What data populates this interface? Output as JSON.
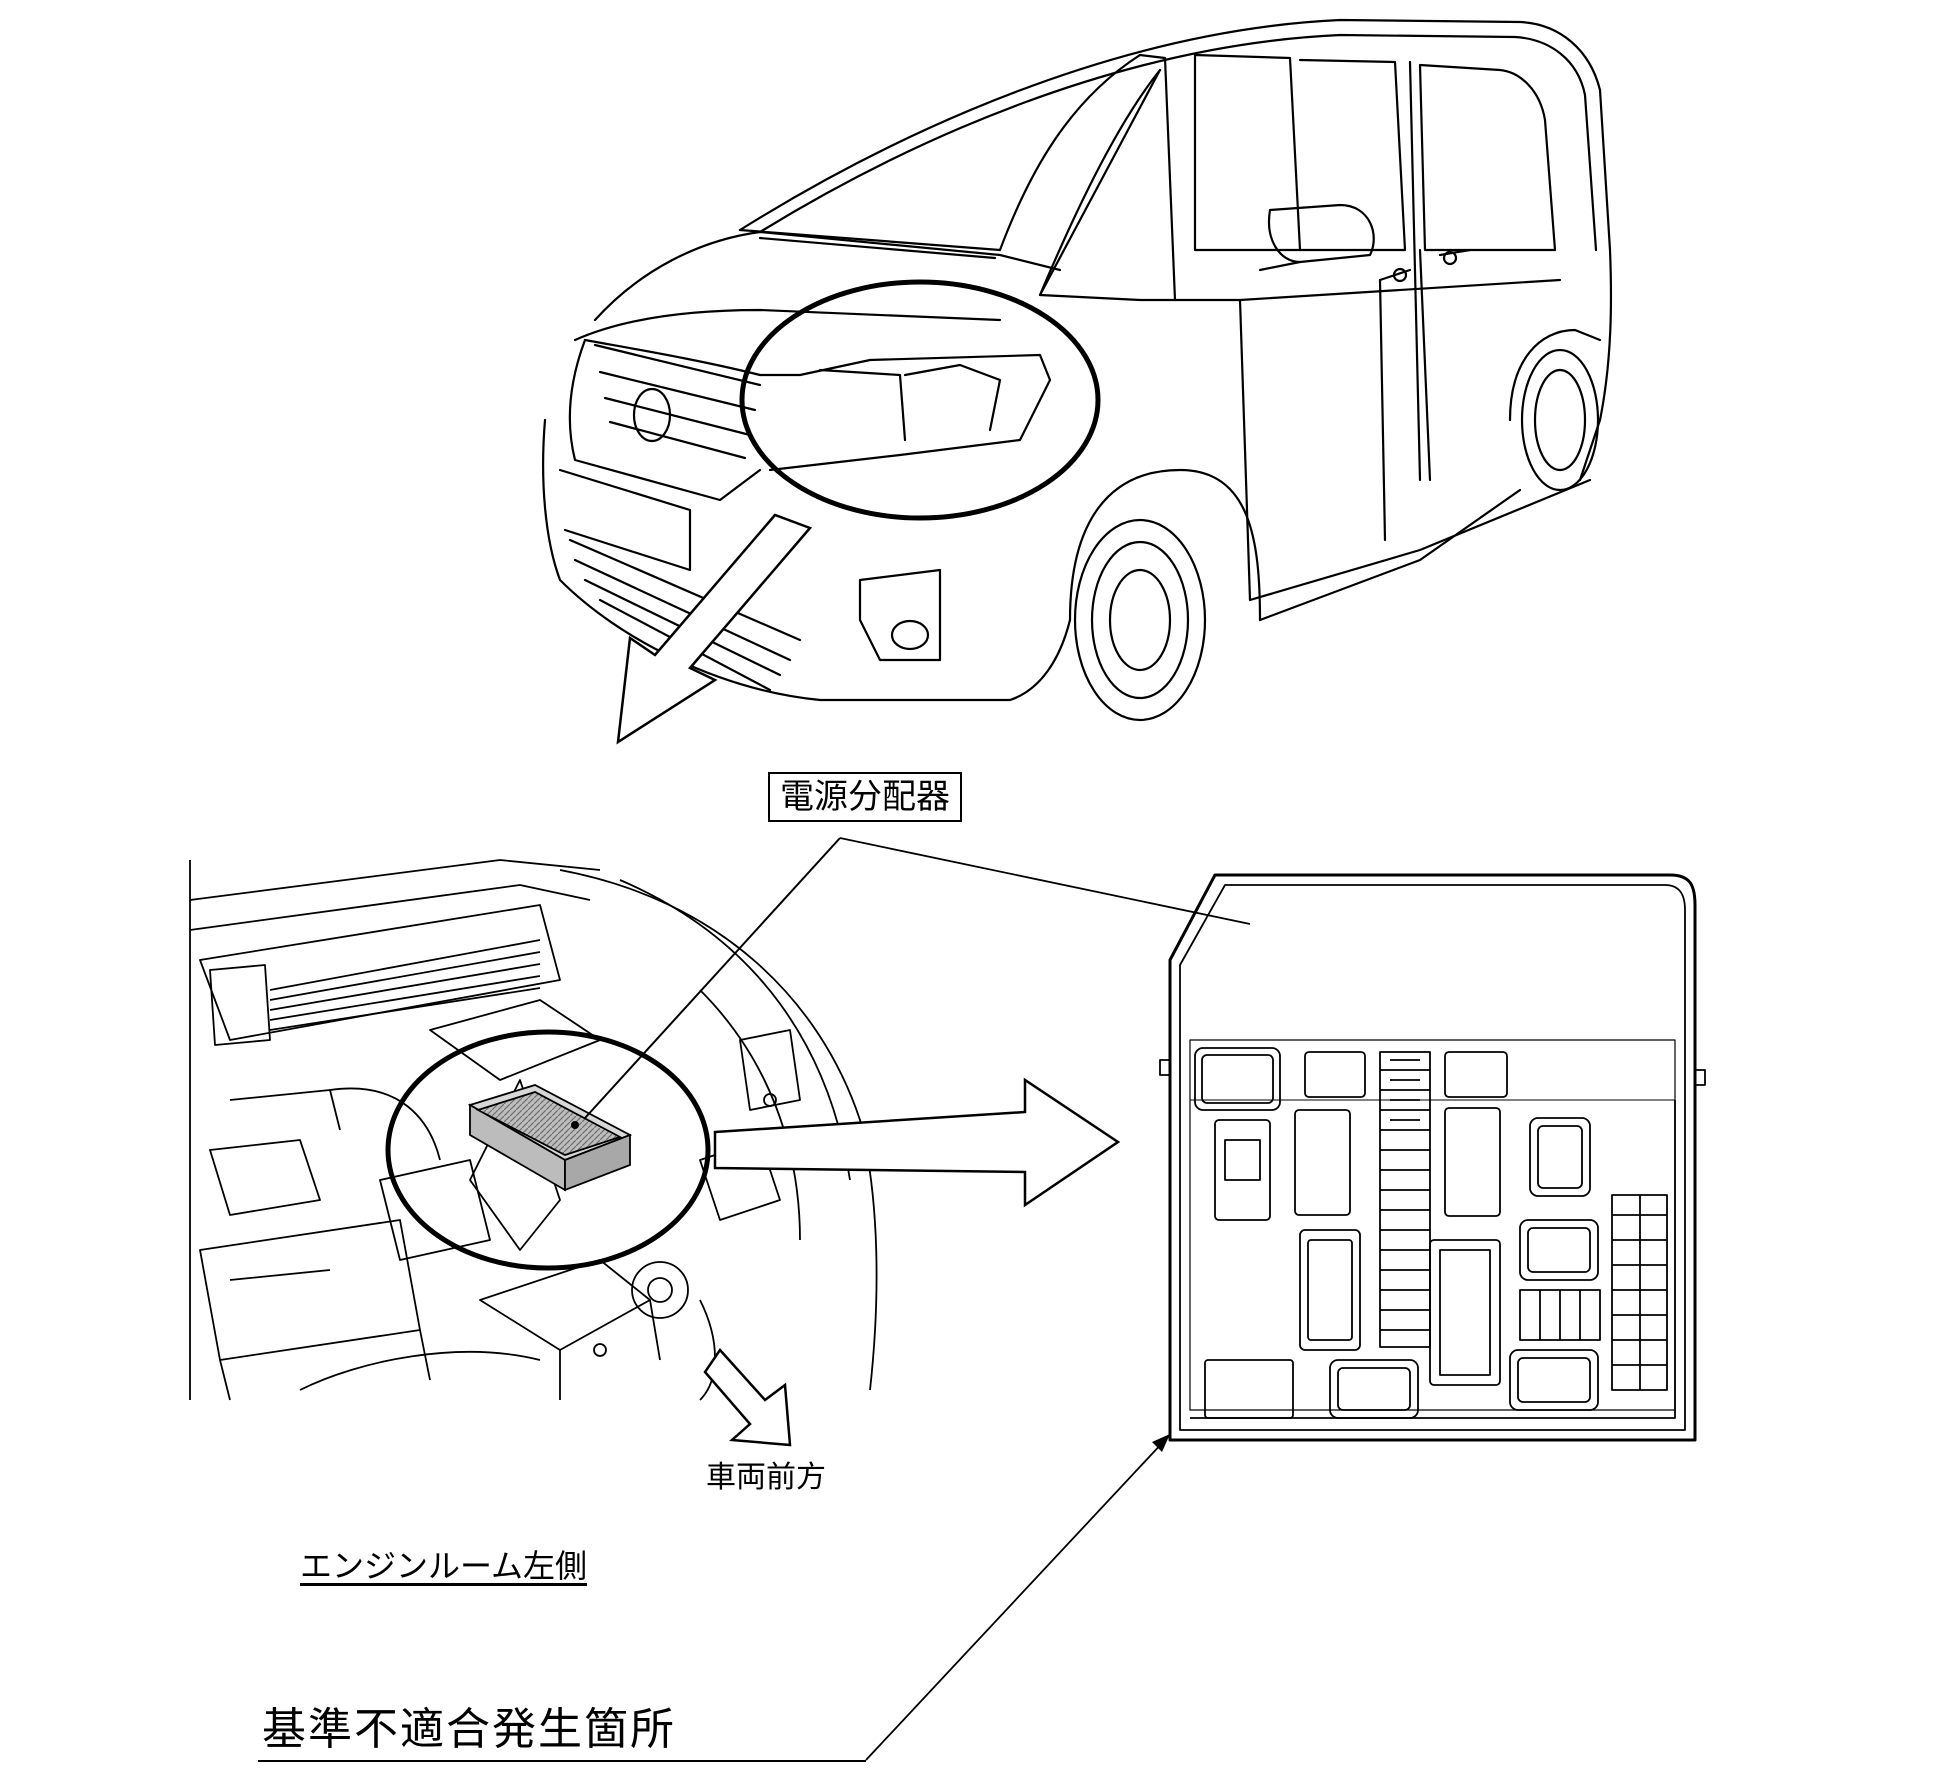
{
  "labels": {
    "power_distributor": "電源分配器",
    "vehicle_front": "車両前方",
    "engine_room_left": "エンジンルーム左側",
    "nonconformity_location": "基準不適合発生箇所"
  },
  "colors": {
    "line": "#000000",
    "background": "#ffffff",
    "component_fill": "#9a9a9a"
  }
}
